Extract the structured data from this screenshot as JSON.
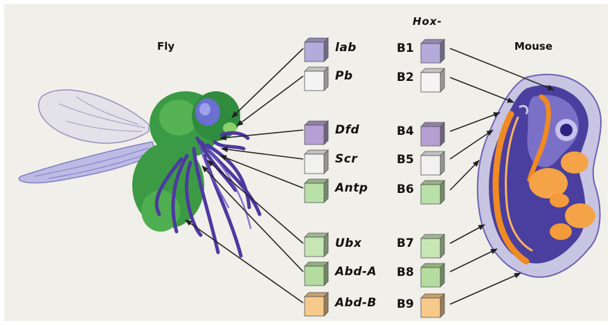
{
  "labels": {
    "fly": "Fly",
    "mouse": "Mouse",
    "hox": "Hox-"
  },
  "fly_genes": [
    {
      "name": "lab",
      "color": "#b3acdb"
    },
    {
      "name": "Pb",
      "color": "#f4f4f4"
    },
    {
      "name": "Dfd",
      "color": "#b69fd2"
    },
    {
      "name": "Scr",
      "color": "#f1f1ef"
    },
    {
      "name": "Antp",
      "color": "#b9e0a8"
    },
    {
      "name": "Ubx",
      "color": "#c6e6b4"
    },
    {
      "name": "Abd-A",
      "color": "#b4dc9e"
    },
    {
      "name": "Abd-B",
      "color": "#f7c98a"
    }
  ],
  "mouse_genes": [
    {
      "name": "B1",
      "color": "#b3acdb"
    },
    {
      "name": "B2",
      "color": "#f4f4f4"
    },
    {
      "name": "B4",
      "color": "#b69fd2"
    },
    {
      "name": "B5",
      "color": "#f1f1ef"
    },
    {
      "name": "B6",
      "color": "#b9e0a8"
    },
    {
      "name": "B7",
      "color": "#c6e6b4"
    },
    {
      "name": "B8",
      "color": "#b4dc9e"
    },
    {
      "name": "B9",
      "color": "#f7c98a"
    }
  ]
}
